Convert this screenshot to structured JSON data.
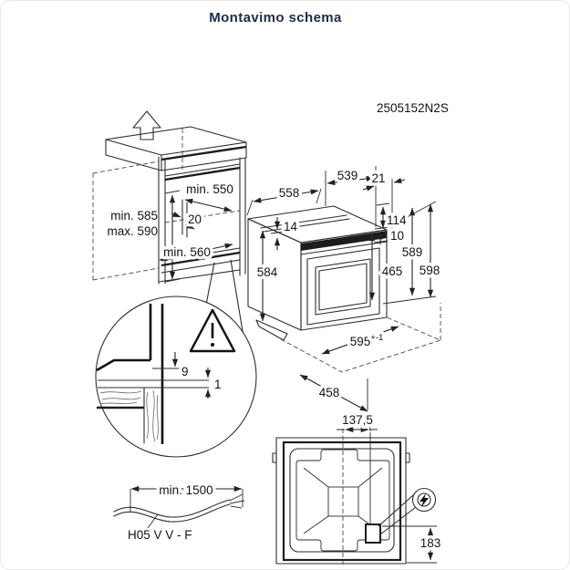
{
  "page": {
    "title": "Montavimo schema",
    "part_number": "2505152N2S"
  },
  "cabinet": {
    "depth_min": "min. 550",
    "rear_gap": "20",
    "height_min": "min. 585",
    "height_max": "max. 590",
    "width_min": "min. 560"
  },
  "oven": {
    "width_top": "558",
    "depth_body": "539",
    "front_offset": "21",
    "top_recess": "14",
    "panel_height": "114",
    "panel_gap": "10",
    "side_height": "584",
    "door_height": "465",
    "height_inner": "589",
    "height_total": "598",
    "width_front": "595",
    "width_front_tolerance": "+-1",
    "depth_bottom": "458"
  },
  "detail": {
    "bracket_gap": "9",
    "shelf_gap": "1"
  },
  "cable": {
    "length_min": "min. 1500",
    "type": "H05 V V - F"
  },
  "top_view": {
    "connector_offset_x": "137,5",
    "connector_offset_y": "183"
  }
}
